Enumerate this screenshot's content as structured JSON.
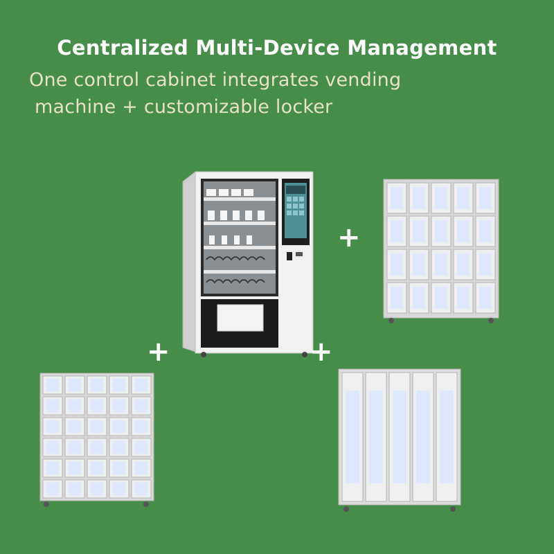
{
  "title": "Centralized Multi-Device Management",
  "subtitle_line1": "One control cabinet integrates vending",
  "subtitle_line2": " machine + customizable locker",
  "plus_symbol": "+",
  "colors": {
    "background": "#458d48",
    "title": "#ffffff",
    "subtitle": "#e8e2c6",
    "cabinet_frame": "#d8d8d8",
    "locker_door": "#dde8ff"
  },
  "devices": [
    {
      "name": "vending-machine",
      "icon": "vending-machine"
    },
    {
      "name": "locker-20-door",
      "icon": "locker",
      "columns": 5,
      "rows": 4
    },
    {
      "name": "locker-30-door",
      "icon": "locker",
      "columns": 5,
      "rows": 6
    },
    {
      "name": "locker-5-tall-door",
      "icon": "locker",
      "columns": 5,
      "rows": 1
    }
  ]
}
